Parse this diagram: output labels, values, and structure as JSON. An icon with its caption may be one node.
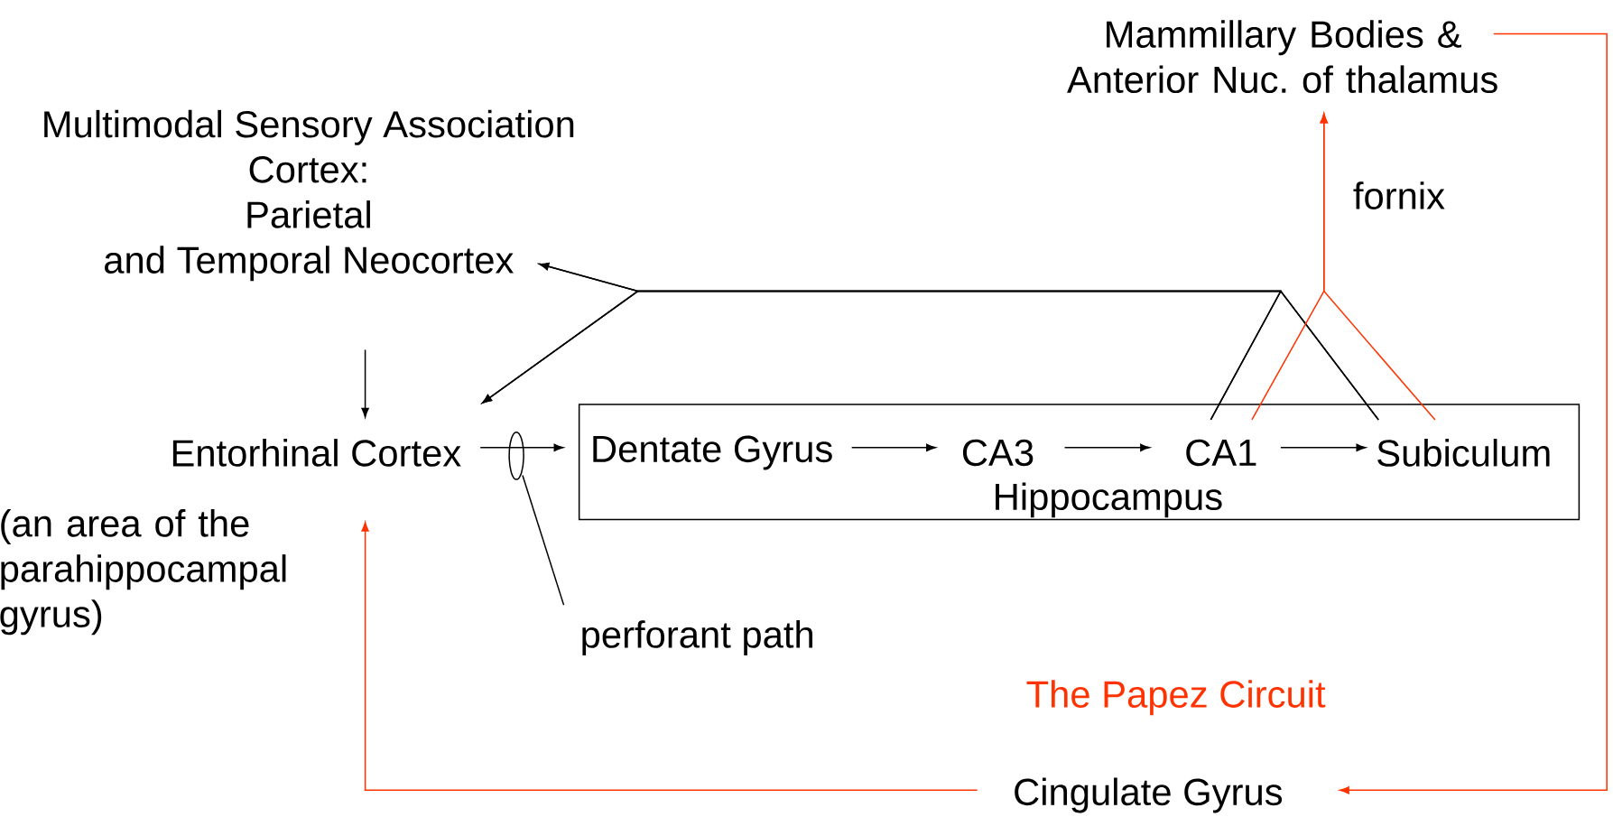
{
  "diagram": {
    "nodes": [
      {
        "text": [
          "Mammillary Bodies & Anterior Nuc. of thalamus"
        ]
      },
      {
        "text": [
          "Multimodal Sensory Association Cortex: Parietal and Temporal Neocortex"
        ]
      },
      {
        "text": [
          "Entorhinal Cortex"
        ],
        "beside": [
          "(an area of the parahippocampal gyrus)"
        ]
      },
      {
        "text": [
          "Hippocampus"
        ]
      },
      {
        "text": [
          "Dentate Gyrus"
        ],
        "in": 3
      },
      {
        "text": [
          "CA3"
        ],
        "in": 3
      },
      {
        "text": [
          "CA1"
        ],
        "in": 3
      },
      {
        "text": [
          "Subiculum"
        ],
        "in": 3
      },
      {
        "text": [
          "Cingulate Gyrus"
        ]
      },
      {
        "text": [],
        "shape": "ellipse"
      },
      {
        "text": [
          "perforant path"
        ]
      }
    ],
    "edges": [
      {
        "from": 1,
        "to": 2,
        "arrow": "to"
      },
      {
        "from": 2,
        "to": 3,
        "arrow": "to"
      },
      {
        "from": 4,
        "to": 5,
        "arrow": "to"
      },
      {
        "from": 5,
        "to": 6,
        "arrow": "to"
      },
      {
        "from": 6,
        "to": 7,
        "arrow": "to"
      },
      {
        "from": 6,
        "to": 1,
        "arrow": "to"
      },
      {
        "from": 6,
        "to": 2,
        "arrow": "to"
      },
      {
        "from": 7,
        "to": 1,
        "arrow": "to"
      },
      {
        "from": 7,
        "to": 2,
        "arrow": "to"
      },
      {
        "from": 6,
        "to": 0,
        "arrow": "to",
        "color": "#ff3300"
      },
      {
        "from": 7,
        "to": 0,
        "arrow": "to",
        "color": "#ff3300"
      },
      {
        "from": 0,
        "to": 8,
        "arrow": "to",
        "color": "#ff3300"
      },
      {
        "from": 8,
        "to": 2,
        "arrow": "to",
        "color": "#ff3300"
      },
      {
        "from": 10,
        "to": 9,
        "arrow": "none"
      }
    ],
    "labels": [
      "fornix",
      "The Papez Circuit"
    ]
  }
}
